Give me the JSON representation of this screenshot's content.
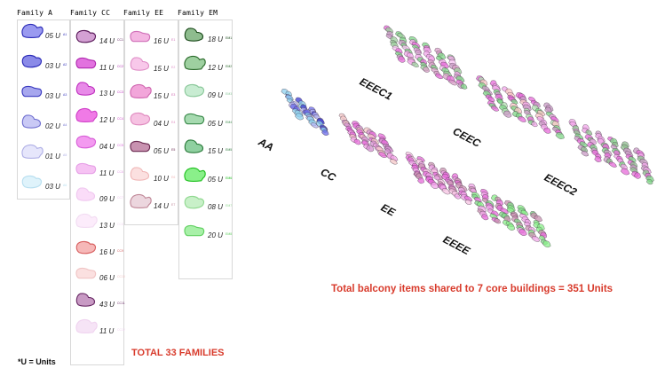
{
  "families": [
    {
      "title": "Family A",
      "color": "#3d8fd6",
      "items": [
        {
          "units": "05 U",
          "code": "A1",
          "fill": "#9a9af0",
          "stroke": "#2b2bb8"
        },
        {
          "units": "03 U",
          "code": "A2",
          "fill": "#8a8ae8",
          "stroke": "#2b2bb8"
        },
        {
          "units": "03 U",
          "code": "A3",
          "fill": "#a7a7ee",
          "stroke": "#3a3ac0"
        },
        {
          "units": "02 U",
          "code": "A4",
          "fill": "#c9c9f5",
          "stroke": "#7070d0"
        },
        {
          "units": "01 U",
          "code": "A5",
          "fill": "#e6e6fb",
          "stroke": "#b0b0e6"
        },
        {
          "units": "03 U",
          "code": "A6",
          "fill": "#dff3fb",
          "stroke": "#b8dff0"
        }
      ]
    },
    {
      "title": "Family CC",
      "color": "#8a2a9a",
      "items": [
        {
          "units": "14 U",
          "code": "CC1",
          "fill": "#d3a0d3",
          "stroke": "#5a1a5a"
        },
        {
          "units": "11 U",
          "code": "CC2",
          "fill": "#e272df",
          "stroke": "#b02ab0"
        },
        {
          "units": "13 U",
          "code": "CC3",
          "fill": "#e88ae8",
          "stroke": "#c030c0"
        },
        {
          "units": "12 U",
          "code": "CC4",
          "fill": "#f07ae6",
          "stroke": "#d040c8"
        },
        {
          "units": "04 U",
          "code": "CC5",
          "fill": "#f39af0",
          "stroke": "#d860d8"
        },
        {
          "units": "11 U",
          "code": "CC6",
          "fill": "#f6c2f3",
          "stroke": "#e6a0e6"
        },
        {
          "units": "09 U",
          "code": "CC7",
          "fill": "#fadcf8",
          "stroke": "#f0c8f0"
        },
        {
          "units": "13 U",
          "code": "CC8",
          "fill": "#fcecfb",
          "stroke": "#f2dcf2"
        },
        {
          "units": "16 U",
          "code": "CC9",
          "fill": "#f6b8b8",
          "stroke": "#d86060"
        },
        {
          "units": "06 U",
          "code": "CC10",
          "fill": "#fbe0e0",
          "stroke": "#f0c4c4"
        },
        {
          "units": "43 U",
          "code": "CC11",
          "fill": "#c89ac4",
          "stroke": "#6a2a66"
        },
        {
          "units": "11 U",
          "code": "CC12",
          "fill": "#f6e4f6",
          "stroke": "#f0d4f0"
        }
      ]
    },
    {
      "title": "Family EE",
      "color": "#e0436a",
      "items": [
        {
          "units": "16 U",
          "code": "E1",
          "fill": "#f4b6e2",
          "stroke": "#d070b8"
        },
        {
          "units": "15 U",
          "code": "E2",
          "fill": "#f8c8ea",
          "stroke": "#e090c8"
        },
        {
          "units": "15 U",
          "code": "E3",
          "fill": "#f2a6da",
          "stroke": "#d068b0"
        },
        {
          "units": "04 U",
          "code": "E4",
          "fill": "#f6c2e2",
          "stroke": "#e08cc0"
        },
        {
          "units": "05 U",
          "code": "E5",
          "fill": "#c892b0",
          "stroke": "#6a2a50"
        },
        {
          "units": "10 U",
          "code": "E6",
          "fill": "#fbe0e0",
          "stroke": "#f0b8b8"
        },
        {
          "units": "14 U",
          "code": "E7",
          "fill": "#ecd6de",
          "stroke": "#c08898"
        }
      ]
    },
    {
      "title": "Family EM",
      "color": "#2a9a4a",
      "items": [
        {
          "units": "18 U",
          "code": "EM1",
          "fill": "#8ebc8e",
          "stroke": "#1a4a1a"
        },
        {
          "units": "12 U",
          "code": "EM2",
          "fill": "#9ed0a0",
          "stroke": "#2a6a2a"
        },
        {
          "units": "09 U",
          "code": "EM3",
          "fill": "#c8ecd2",
          "stroke": "#8ac89a"
        },
        {
          "units": "05 U",
          "code": "EM4",
          "fill": "#a6dab0",
          "stroke": "#3a8a4a"
        },
        {
          "units": "15 U",
          "code": "EM5",
          "fill": "#8fd0a0",
          "stroke": "#2a7a3a"
        },
        {
          "units": "05 U",
          "code": "EM6",
          "fill": "#8af08a",
          "stroke": "#20c020"
        },
        {
          "units": "08 U",
          "code": "EM7",
          "fill": "#c8f0c8",
          "stroke": "#90d890"
        },
        {
          "units": "20 U",
          "code": "EM8",
          "fill": "#a8f0a8",
          "stroke": "#60d060"
        }
      ]
    }
  ],
  "blocks": [
    {
      "name": "EEEC1",
      "palette": [
        "#e56ad8",
        "#7dd686",
        "#f2a5ea",
        "#d9a0c8",
        "#c89ac4",
        "#f7c4f2",
        "#9ed09e"
      ]
    },
    {
      "name": "AA",
      "palette": [
        "#6a6ae8",
        "#8fd0ee",
        "#b4b4f2",
        "#3a3ad0"
      ]
    },
    {
      "name": "CC",
      "palette": [
        "#e56ad8",
        "#f4a6e8",
        "#f6c8c8",
        "#d490d0"
      ]
    },
    {
      "name": "CEEC",
      "palette": [
        "#e56ad8",
        "#7dd686",
        "#f2a5ea",
        "#b0e0b0",
        "#f9c6c6",
        "#c89ac4"
      ]
    },
    {
      "name": "EE",
      "palette": [
        "#e56ad8",
        "#f2a5ea",
        "#c892b0",
        "#f6c2e2"
      ]
    },
    {
      "name": "EEEC2",
      "palette": [
        "#e56ad8",
        "#7dd686",
        "#8ebc8e",
        "#f2a5ea",
        "#c89ac4"
      ]
    },
    {
      "name": "EEEE",
      "palette": [
        "#e56ad8",
        "#7dd686",
        "#8af08a",
        "#f2a5ea",
        "#c892b0"
      ]
    }
  ],
  "labels": {
    "total_families": "TOTAL 33 FAMILIES",
    "total_units": "Total balcony items shared to 7 core buildings = 351 Units",
    "footnote": "*U = Units"
  }
}
